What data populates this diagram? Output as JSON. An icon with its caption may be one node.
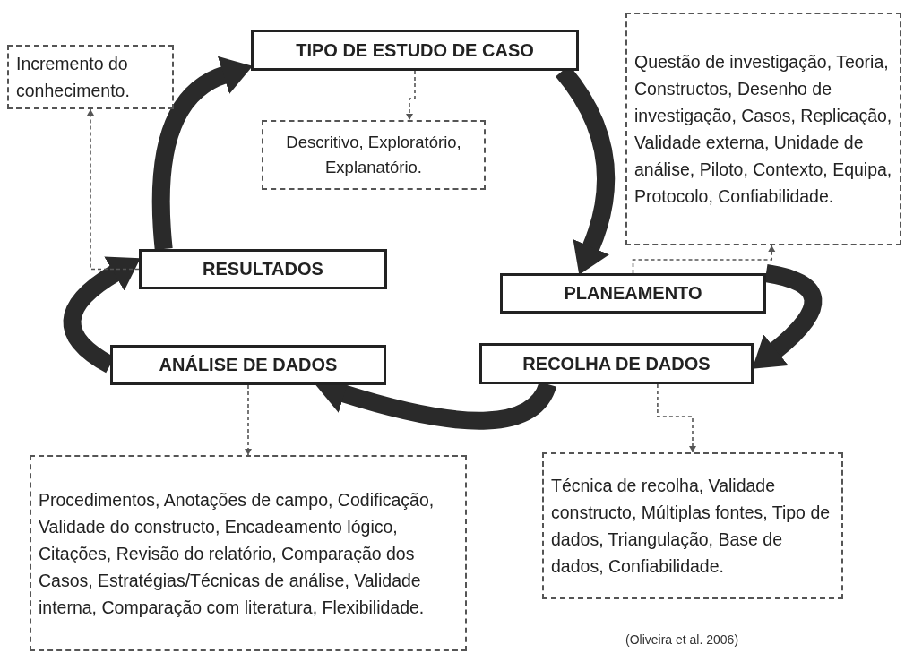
{
  "diagram": {
    "nodes": [
      {
        "text": [
          "TIPO DE ESTUDO DE CASO"
        ]
      },
      {
        "text": [
          "Incremento do conhecimento."
        ]
      },
      {
        "text": [
          "Descritivo, Exploratório, Explanatório."
        ]
      },
      {
        "text": [
          "Questão de investigação, Teoria, Constructos, Desenho de investigação, Casos, Replicação, Validade externa, Unidade de análise, Piloto, Contexto, Equipa, Protocolo, Confiabilidade."
        ]
      },
      {
        "text": [
          "RESULTADOS"
        ]
      },
      {
        "text": [
          "PLANEAMENTO"
        ]
      },
      {
        "text": [
          "ANÁLISE DE DADOS"
        ]
      },
      {
        "text": [
          "RECOLHA DE DADOS"
        ]
      },
      {
        "text": [
          "Procedimentos, Anotações de campo, Codificação, Validade do constructo, Encadeamento lógico, Citações, Revisão do relatório, Comparação dos Casos, Estratégias/Técnicas de análise, Validade interna, Comparação com literatura, Flexibilidade."
        ]
      },
      {
        "text": [
          "Técnica de recolha, Validade constructo, Múltiplas fontes, Tipo de dados, Triangulação, Base de dados, Confiabilidade."
        ]
      }
    ],
    "edges": [
      {
        "from": 0,
        "to": 5,
        "arrow": "to",
        "style": "thick"
      },
      {
        "from": 5,
        "to": 7,
        "arrow": "to",
        "style": "thick"
      },
      {
        "from": 7,
        "to": 6,
        "arrow": "to",
        "style": "thick"
      },
      {
        "from": 6,
        "to": 4,
        "arrow": "to",
        "style": "thick"
      },
      {
        "from": 4,
        "to": 0,
        "arrow": "to",
        "style": "thick"
      },
      {
        "from": 0,
        "to": 2,
        "arrow": "to",
        "style": "dashed"
      },
      {
        "from": 5,
        "to": 3,
        "arrow": "to",
        "style": "dashed"
      },
      {
        "from": 4,
        "to": 1,
        "arrow": "to",
        "style": "dashed"
      },
      {
        "from": 6,
        "to": 8,
        "arrow": "to",
        "style": "dashed"
      },
      {
        "from": 7,
        "to": 9,
        "arrow": "to",
        "style": "dashed"
      }
    ],
    "labels": [
      "(Oliveira et al. 2006)"
    ]
  }
}
